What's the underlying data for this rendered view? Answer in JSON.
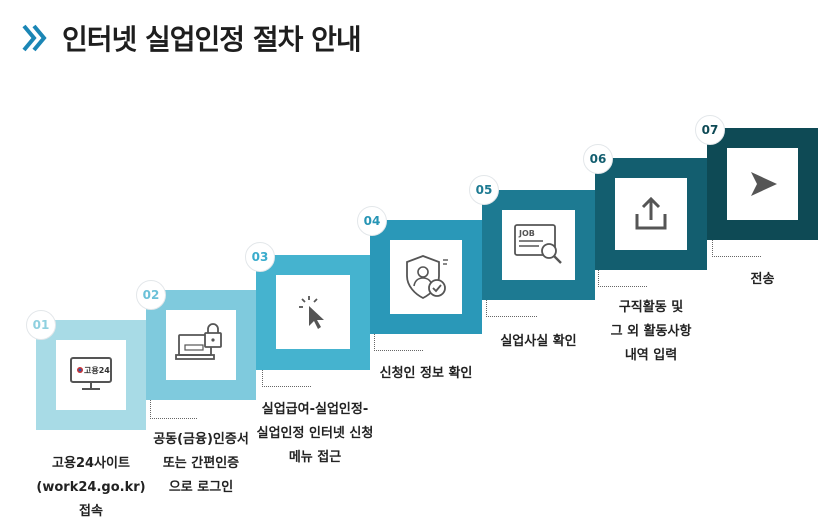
{
  "title": "인터넷 실업인정 절차 안내",
  "steps": [
    {
      "num": "01",
      "lines": [
        "고용24사이트",
        "(work24.go.kr)",
        "접속"
      ],
      "icon": "computer-icon",
      "icon_text": "고용24",
      "color": "#a8dbe6",
      "num_color": "#8fd0df"
    },
    {
      "num": "02",
      "lines": [
        "공동(금융)인증서",
        "또는 간편인증",
        "으로 로그인"
      ],
      "icon": "laptop-lock-icon",
      "color": "#7fcadd",
      "num_color": "#6bc1d8"
    },
    {
      "num": "03",
      "lines": [
        "실업급여-실업인정-",
        "실업인정 인터넷 신청",
        "메뉴 접근"
      ],
      "icon": "cursor-click-icon",
      "color": "#45b3cf",
      "num_color": "#3aaccc"
    },
    {
      "num": "04",
      "lines": [
        "신청인 정보 확인"
      ],
      "icon": "shield-person-icon",
      "color": "#2a98b8",
      "num_color": "#2795b5"
    },
    {
      "num": "05",
      "lines": [
        "실업사실 확인"
      ],
      "icon": "job-search-icon",
      "icon_text": "JOB",
      "color": "#1d7a92",
      "num_color": "#1d7a92"
    },
    {
      "num": "06",
      "lines": [
        "구직활동 및",
        "그 외 활동사항",
        "내역 입력"
      ],
      "icon": "upload-icon",
      "color": "#135e6f",
      "num_color": "#135e6f"
    },
    {
      "num": "07",
      "lines": [
        "전송"
      ],
      "icon": "send-arrow-icon",
      "color": "#0e4a55",
      "num_color": "#0e4a55"
    }
  ]
}
